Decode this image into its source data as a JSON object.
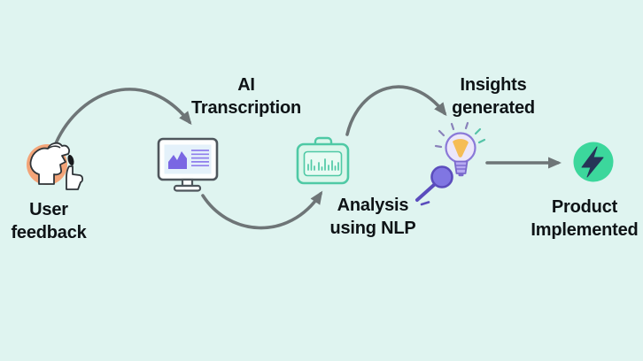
{
  "diagram": {
    "background_color": "#dff4f0",
    "arrow_color": "#6e7577",
    "text_color": "#0e1316",
    "steps": [
      {
        "id": "user-feedback",
        "label": "User\nfeedback",
        "icon": "person-speaking-icon",
        "accent_color": "#f3a478"
      },
      {
        "id": "ai-transcription",
        "label": "AI\nTranscription",
        "icon": "monitor-analytics-icon",
        "accent_color": "#7a66e3"
      },
      {
        "id": "analysis-nlp",
        "label": "Analysis\nusing NLP",
        "icon": "briefcase-charts-icon",
        "accent_color": "#4fc9a5"
      },
      {
        "id": "insights",
        "label": "Insights\ngenerated",
        "icon": "lightbulb-magnifier-icon",
        "accent_color": "#8076e2"
      },
      {
        "id": "product",
        "label": "Product\nImplemented",
        "icon": "lightning-bolt-icon",
        "accent_color": "#3cd79c"
      }
    ]
  }
}
